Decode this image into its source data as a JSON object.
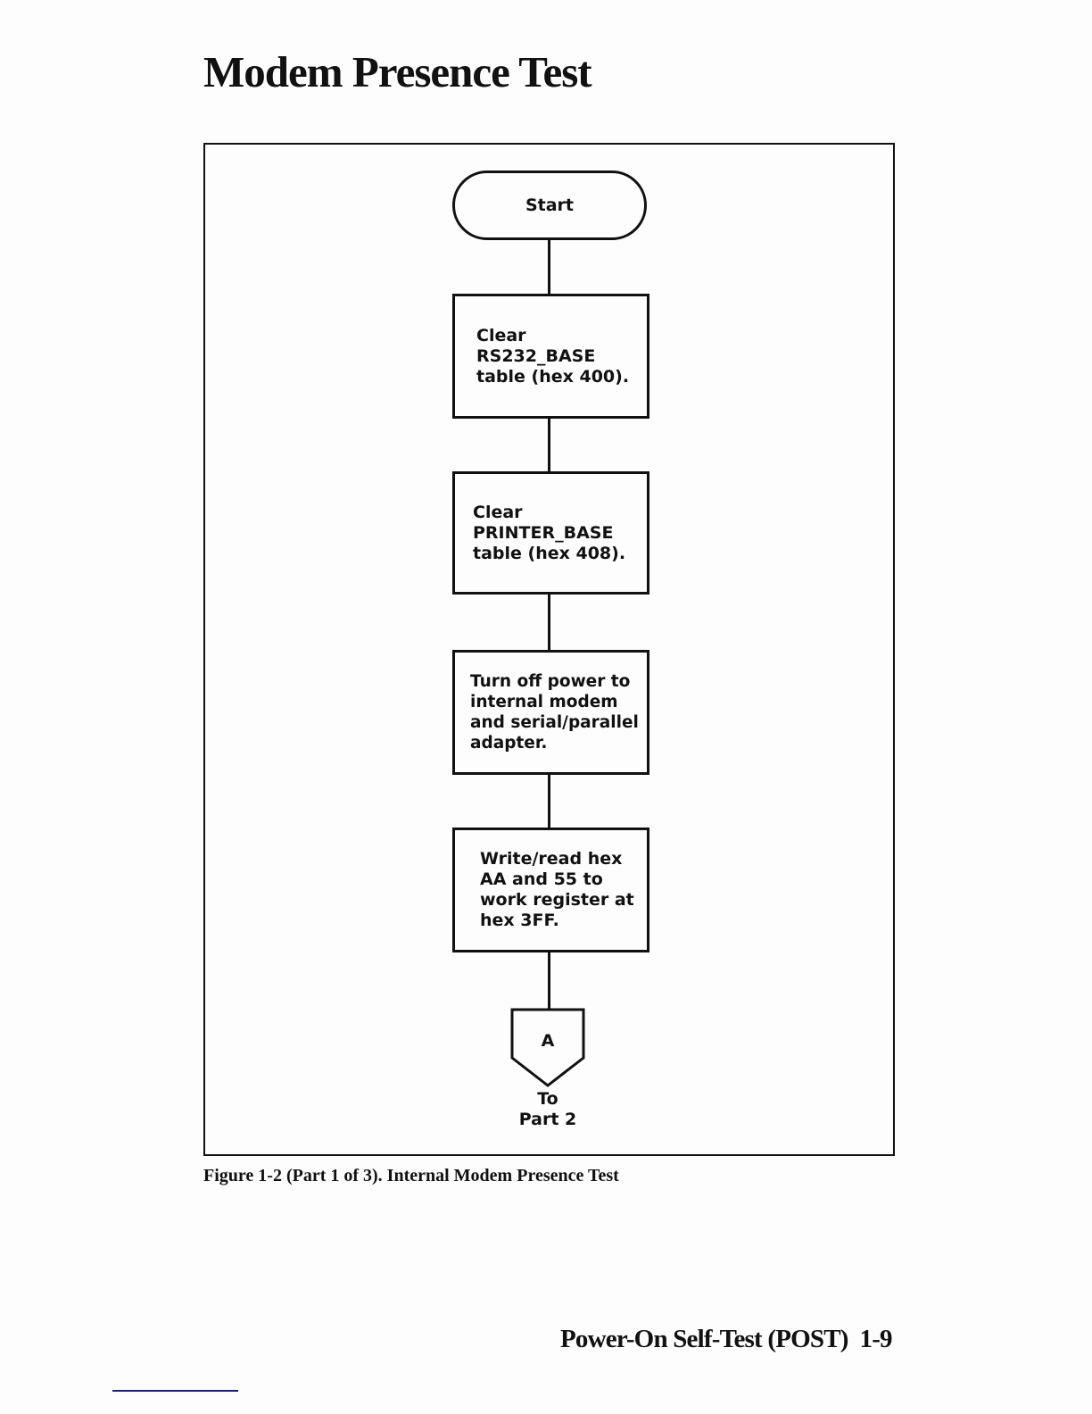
{
  "page_title": "Modem Presence Test",
  "flowchart": {
    "start": "Start",
    "steps": [
      {
        "lines": [
          "Clear",
          "RS232_BASE",
          "table (hex 400)."
        ]
      },
      {
        "lines": [
          "Clear",
          "PRINTER_BASE",
          "table (hex 408)."
        ]
      },
      {
        "lines": [
          "Turn off power to",
          "internal modem",
          "and serial/parallel",
          "adapter."
        ]
      },
      {
        "lines": [
          "Write/read hex",
          "AA and 55 to",
          "work register at",
          "hex 3FF."
        ]
      }
    ],
    "connector": {
      "label": "A",
      "to_lines": [
        "To",
        "Part 2"
      ]
    }
  },
  "caption": "Figure 1-2 (Part 1 of 3). Internal Modem Presence Test",
  "footer": "Power-On Self-Test (POST)  1-9"
}
